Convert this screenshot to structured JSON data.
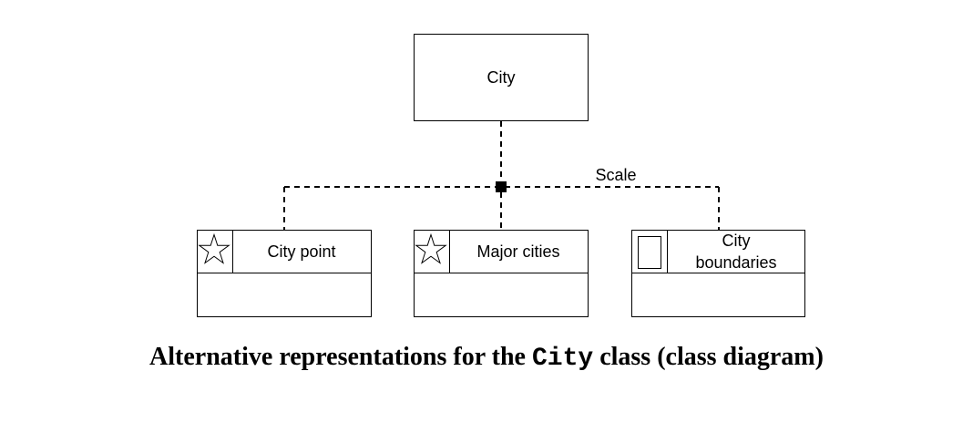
{
  "diagram": {
    "parent": {
      "label": "City"
    },
    "association": {
      "label": "Scale"
    },
    "children": [
      {
        "id": "city-point",
        "icon": "star-icon",
        "label_lines": [
          "City point"
        ]
      },
      {
        "id": "major-cities",
        "icon": "star-icon",
        "label_lines": [
          "Major cities"
        ]
      },
      {
        "id": "city-boundaries",
        "icon": "rectangle-icon",
        "label_lines": [
          "City",
          "boundaries"
        ]
      }
    ]
  },
  "caption": {
    "prefix": "Alternative representations for the ",
    "code": "City",
    "suffix": " class (class diagram)"
  }
}
